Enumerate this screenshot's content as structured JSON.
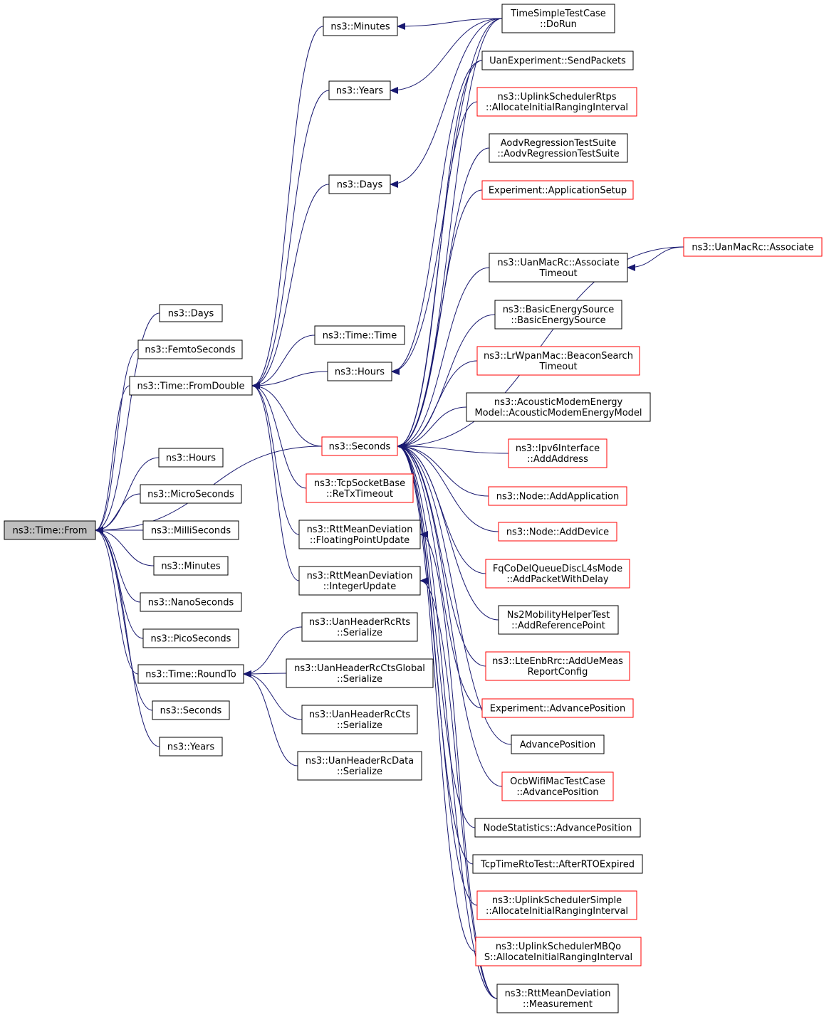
{
  "colors": {
    "edge": "#191970",
    "border_normal": "#000000",
    "border_red": "#ff0000",
    "focus_fill": "#bfbfbf",
    "background": "#ffffff"
  },
  "nodes": [
    {
      "id": "from",
      "lines": [
        "ns3::Time::From"
      ],
      "style": "focus"
    },
    {
      "id": "days_l",
      "lines": [
        "ns3::Days"
      ],
      "style": "normal"
    },
    {
      "id": "femto",
      "lines": [
        "ns3::FemtoSeconds"
      ],
      "style": "normal"
    },
    {
      "id": "fromdouble",
      "lines": [
        "ns3::Time::FromDouble"
      ],
      "style": "normal"
    },
    {
      "id": "hours_l",
      "lines": [
        "ns3::Hours"
      ],
      "style": "normal"
    },
    {
      "id": "micro",
      "lines": [
        "ns3::MicroSeconds"
      ],
      "style": "normal"
    },
    {
      "id": "milli",
      "lines": [
        "ns3::MilliSeconds"
      ],
      "style": "normal"
    },
    {
      "id": "minutes_l",
      "lines": [
        "ns3::Minutes"
      ],
      "style": "normal"
    },
    {
      "id": "nano",
      "lines": [
        "ns3::NanoSeconds"
      ],
      "style": "normal"
    },
    {
      "id": "pico",
      "lines": [
        "ns3::PicoSeconds"
      ],
      "style": "normal"
    },
    {
      "id": "roundto",
      "lines": [
        "ns3::Time::RoundTo"
      ],
      "style": "normal"
    },
    {
      "id": "seconds_l",
      "lines": [
        "ns3::Seconds"
      ],
      "style": "normal"
    },
    {
      "id": "years_l",
      "lines": [
        "ns3::Years"
      ],
      "style": "normal"
    },
    {
      "id": "minutes_m",
      "lines": [
        "ns3::Minutes"
      ],
      "style": "normal"
    },
    {
      "id": "years_m",
      "lines": [
        "ns3::Years"
      ],
      "style": "normal"
    },
    {
      "id": "days_m",
      "lines": [
        "ns3::Days"
      ],
      "style": "normal"
    },
    {
      "id": "timetime",
      "lines": [
        "ns3::Time::Time"
      ],
      "style": "normal"
    },
    {
      "id": "hours_m",
      "lines": [
        "ns3::Hours"
      ],
      "style": "normal"
    },
    {
      "id": "seconds_m",
      "lines": [
        "ns3::Seconds"
      ],
      "style": "red"
    },
    {
      "id": "tcpretx",
      "lines": [
        "ns3::TcpSocketBase",
        "::ReTxTimeout"
      ],
      "style": "red"
    },
    {
      "id": "rttfloat",
      "lines": [
        "ns3::RttMeanDeviation",
        "::FloatingPointUpdate"
      ],
      "style": "normal"
    },
    {
      "id": "rttint",
      "lines": [
        "ns3::RttMeanDeviation",
        "::IntegerUpdate"
      ],
      "style": "normal"
    },
    {
      "id": "uanrts",
      "lines": [
        "ns3::UanHeaderRcRts",
        "::Serialize"
      ],
      "style": "normal"
    },
    {
      "id": "uanctsg",
      "lines": [
        "ns3::UanHeaderRcCtsGlobal",
        "::Serialize"
      ],
      "style": "normal"
    },
    {
      "id": "uancts",
      "lines": [
        "ns3::UanHeaderRcCts",
        "::Serialize"
      ],
      "style": "normal"
    },
    {
      "id": "uandata",
      "lines": [
        "ns3::UanHeaderRcData",
        "::Serialize"
      ],
      "style": "normal"
    },
    {
      "id": "r_timesimple",
      "lines": [
        "TimeSimpleTestCase",
        "::DoRun"
      ],
      "style": "normal"
    },
    {
      "id": "r_uanexp",
      "lines": [
        "UanExperiment::SendPackets"
      ],
      "style": "normal"
    },
    {
      "id": "r_uplinkrtps",
      "lines": [
        "ns3::UplinkSchedulerRtps",
        "::AllocateInitialRangingInterval"
      ],
      "style": "red"
    },
    {
      "id": "r_aodv",
      "lines": [
        "AodvRegressionTestSuite",
        "::AodvRegressionTestSuite"
      ],
      "style": "normal"
    },
    {
      "id": "r_expapp",
      "lines": [
        "Experiment::ApplicationSetup"
      ],
      "style": "red"
    },
    {
      "id": "r_uanmacassoc",
      "lines": [
        "ns3::UanMacRc::Associate",
        "Timeout"
      ],
      "style": "normal"
    },
    {
      "id": "r_basicenergy",
      "lines": [
        "ns3::BasicEnergySource",
        "::BasicEnergySource"
      ],
      "style": "normal"
    },
    {
      "id": "r_lrwpan",
      "lines": [
        "ns3::LrWpanMac::BeaconSearch",
        "Timeout"
      ],
      "style": "red"
    },
    {
      "id": "r_acoustic",
      "lines": [
        "ns3::AcousticModemEnergy",
        "Model::AcousticModemEnergyModel"
      ],
      "style": "normal"
    },
    {
      "id": "r_ipv6",
      "lines": [
        "ns3::Ipv6Interface",
        "::AddAddress"
      ],
      "style": "red"
    },
    {
      "id": "r_nodeapp",
      "lines": [
        "ns3::Node::AddApplication"
      ],
      "style": "red"
    },
    {
      "id": "r_nodedev",
      "lines": [
        "ns3::Node::AddDevice"
      ],
      "style": "red"
    },
    {
      "id": "r_fqcodel",
      "lines": [
        "FqCoDelQueueDiscL4sMode",
        "::AddPacketWithDelay"
      ],
      "style": "red"
    },
    {
      "id": "r_ns2mob",
      "lines": [
        "Ns2MobilityHelperTest",
        "::AddReferencePoint"
      ],
      "style": "normal"
    },
    {
      "id": "r_lteenb",
      "lines": [
        "ns3::LteEnbRrc::AddUeMeas",
        "ReportConfig"
      ],
      "style": "red"
    },
    {
      "id": "r_expadv",
      "lines": [
        "Experiment::AdvancePosition"
      ],
      "style": "red"
    },
    {
      "id": "r_advpos",
      "lines": [
        "AdvancePosition"
      ],
      "style": "normal"
    },
    {
      "id": "r_ocb",
      "lines": [
        "OcbWifiMacTestCase",
        "::AdvancePosition"
      ],
      "style": "red"
    },
    {
      "id": "r_nodestats",
      "lines": [
        "NodeStatistics::AdvancePosition"
      ],
      "style": "normal"
    },
    {
      "id": "r_tcprto",
      "lines": [
        "TcpTimeRtoTest::AfterRTOExpired"
      ],
      "style": "normal"
    },
    {
      "id": "r_uplinksimple",
      "lines": [
        "ns3::UplinkSchedulerSimple",
        "::AllocateInitialRangingInterval"
      ],
      "style": "red"
    },
    {
      "id": "r_uplinkmbqos",
      "lines": [
        "ns3::UplinkSchedulerMBQo",
        "S::AllocateInitialRangingInterval"
      ],
      "style": "red"
    },
    {
      "id": "r_rttmeas",
      "lines": [
        "ns3::RttMeanDeviation",
        "::Measurement"
      ],
      "style": "normal"
    },
    {
      "id": "r_uanassoc",
      "lines": [
        "ns3::UanMacRc::Associate"
      ],
      "style": "red"
    }
  ],
  "edges": [
    [
      "days_l",
      "from"
    ],
    [
      "femto",
      "from"
    ],
    [
      "fromdouble",
      "from"
    ],
    [
      "hours_l",
      "from"
    ],
    [
      "micro",
      "from"
    ],
    [
      "milli",
      "from"
    ],
    [
      "minutes_l",
      "from"
    ],
    [
      "nano",
      "from"
    ],
    [
      "pico",
      "from"
    ],
    [
      "roundto",
      "from"
    ],
    [
      "seconds_l",
      "from"
    ],
    [
      "years_l",
      "from"
    ],
    [
      "seconds_m",
      "from"
    ],
    [
      "minutes_m",
      "fromdouble"
    ],
    [
      "years_m",
      "fromdouble"
    ],
    [
      "days_m",
      "fromdouble"
    ],
    [
      "timetime",
      "fromdouble"
    ],
    [
      "hours_m",
      "fromdouble"
    ],
    [
      "seconds_m",
      "fromdouble"
    ],
    [
      "tcpretx",
      "fromdouble"
    ],
    [
      "rttfloat",
      "fromdouble"
    ],
    [
      "rttint",
      "fromdouble"
    ],
    [
      "uanrts",
      "roundto"
    ],
    [
      "uanctsg",
      "roundto"
    ],
    [
      "uancts",
      "roundto"
    ],
    [
      "uandata",
      "roundto"
    ],
    [
      "r_timesimple",
      "minutes_m"
    ],
    [
      "r_timesimple",
      "years_m"
    ],
    [
      "r_timesimple",
      "days_m"
    ],
    [
      "r_timesimple",
      "hours_m"
    ],
    [
      "r_uanexp",
      "hours_m"
    ],
    [
      "r_rttmeas",
      "rttfloat"
    ],
    [
      "r_rttmeas",
      "rttint"
    ],
    [
      "r_timesimple",
      "seconds_m"
    ],
    [
      "r_uanexp",
      "seconds_m"
    ],
    [
      "r_uplinkrtps",
      "seconds_m"
    ],
    [
      "r_aodv",
      "seconds_m"
    ],
    [
      "r_expapp",
      "seconds_m"
    ],
    [
      "r_uanassoc",
      "seconds_m"
    ],
    [
      "r_uanmacassoc",
      "seconds_m"
    ],
    [
      "r_basicenergy",
      "seconds_m"
    ],
    [
      "r_lrwpan",
      "seconds_m"
    ],
    [
      "r_acoustic",
      "seconds_m"
    ],
    [
      "r_ipv6",
      "seconds_m"
    ],
    [
      "r_nodeapp",
      "seconds_m"
    ],
    [
      "r_nodedev",
      "seconds_m"
    ],
    [
      "r_fqcodel",
      "seconds_m"
    ],
    [
      "r_ns2mob",
      "seconds_m"
    ],
    [
      "r_lteenb",
      "seconds_m"
    ],
    [
      "r_expadv",
      "seconds_m"
    ],
    [
      "r_advpos",
      "seconds_m"
    ],
    [
      "r_ocb",
      "seconds_m"
    ],
    [
      "r_nodestats",
      "seconds_m"
    ],
    [
      "r_tcprto",
      "seconds_m"
    ],
    [
      "r_uplinksimple",
      "seconds_m"
    ],
    [
      "r_uplinkmbqos",
      "seconds_m"
    ],
    [
      "r_rttmeas",
      "seconds_m"
    ],
    [
      "r_uanassoc",
      "r_uanmacassoc"
    ]
  ]
}
